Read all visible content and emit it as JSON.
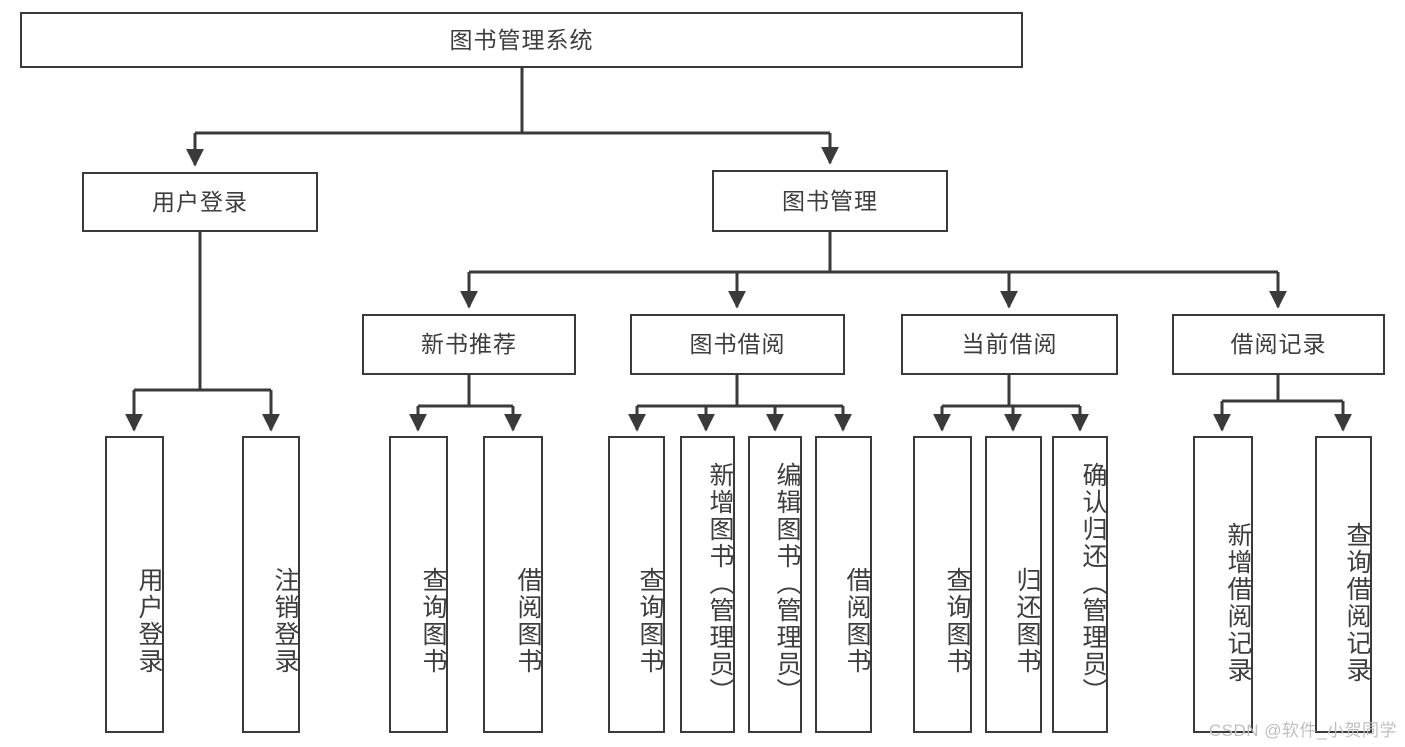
{
  "diagram": {
    "title": "图书管理系统",
    "type": "tree",
    "watermark": "CSDN @软件_小贺同学",
    "stroke_color": "#3a3a3a",
    "text_color": "#3d3d3d",
    "background_color": "#ffffff",
    "nodes": [
      {
        "id": "root",
        "label": "图书管理系统",
        "level": 0,
        "orientation": "horizontal"
      },
      {
        "id": "login",
        "label": "用户登录",
        "level": 1,
        "orientation": "horizontal"
      },
      {
        "id": "bookmgmt",
        "label": "图书管理",
        "level": 1,
        "orientation": "horizontal"
      },
      {
        "id": "newbook",
        "label": "新书推荐",
        "level": 2,
        "orientation": "horizontal"
      },
      {
        "id": "borrow",
        "label": "图书借阅",
        "level": 2,
        "orientation": "horizontal"
      },
      {
        "id": "current",
        "label": "当前借阅",
        "level": 2,
        "orientation": "horizontal"
      },
      {
        "id": "records",
        "label": "借阅记录",
        "level": 2,
        "orientation": "horizontal"
      },
      {
        "id": "l_login",
        "label": "用户登录",
        "level": 3,
        "orientation": "vertical"
      },
      {
        "id": "l_logout",
        "label": "注销登录",
        "level": 3,
        "orientation": "vertical"
      },
      {
        "id": "l_qb1",
        "label": "查询图书",
        "level": 3,
        "orientation": "vertical"
      },
      {
        "id": "l_bb1",
        "label": "借阅图书",
        "level": 3,
        "orientation": "vertical"
      },
      {
        "id": "l_qb2",
        "label": "查询图书",
        "level": 3,
        "orientation": "vertical"
      },
      {
        "id": "l_addbook",
        "label": "新增图书（管理员）",
        "level": 3,
        "orientation": "vertical"
      },
      {
        "id": "l_editbook",
        "label": "编辑图书（管理员）",
        "level": 3,
        "orientation": "vertical"
      },
      {
        "id": "l_bb2",
        "label": "借阅图书",
        "level": 3,
        "orientation": "vertical"
      },
      {
        "id": "l_qb3",
        "label": "查询图书",
        "level": 3,
        "orientation": "vertical"
      },
      {
        "id": "l_return",
        "label": "归还图书",
        "level": 3,
        "orientation": "vertical"
      },
      {
        "id": "l_confirm",
        "label": "确认归还（管理员）",
        "level": 3,
        "orientation": "vertical"
      },
      {
        "id": "l_addrec",
        "label": "新增借阅记录",
        "level": 3,
        "orientation": "vertical"
      },
      {
        "id": "l_qrec",
        "label": "查询借阅记录",
        "level": 3,
        "orientation": "vertical"
      }
    ],
    "edges": [
      {
        "from": "root",
        "to": "login"
      },
      {
        "from": "root",
        "to": "bookmgmt"
      },
      {
        "from": "login",
        "to": "l_login"
      },
      {
        "from": "login",
        "to": "l_logout"
      },
      {
        "from": "bookmgmt",
        "to": "newbook"
      },
      {
        "from": "bookmgmt",
        "to": "borrow"
      },
      {
        "from": "bookmgmt",
        "to": "current"
      },
      {
        "from": "bookmgmt",
        "to": "records"
      },
      {
        "from": "newbook",
        "to": "l_qb1"
      },
      {
        "from": "newbook",
        "to": "l_bb1"
      },
      {
        "from": "borrow",
        "to": "l_qb2"
      },
      {
        "from": "borrow",
        "to": "l_addbook"
      },
      {
        "from": "borrow",
        "to": "l_editbook"
      },
      {
        "from": "borrow",
        "to": "l_bb2"
      },
      {
        "from": "current",
        "to": "l_qb3"
      },
      {
        "from": "current",
        "to": "l_return"
      },
      {
        "from": "current",
        "to": "l_confirm"
      },
      {
        "from": "records",
        "to": "l_addrec"
      },
      {
        "from": "records",
        "to": "l_qrec"
      }
    ]
  }
}
